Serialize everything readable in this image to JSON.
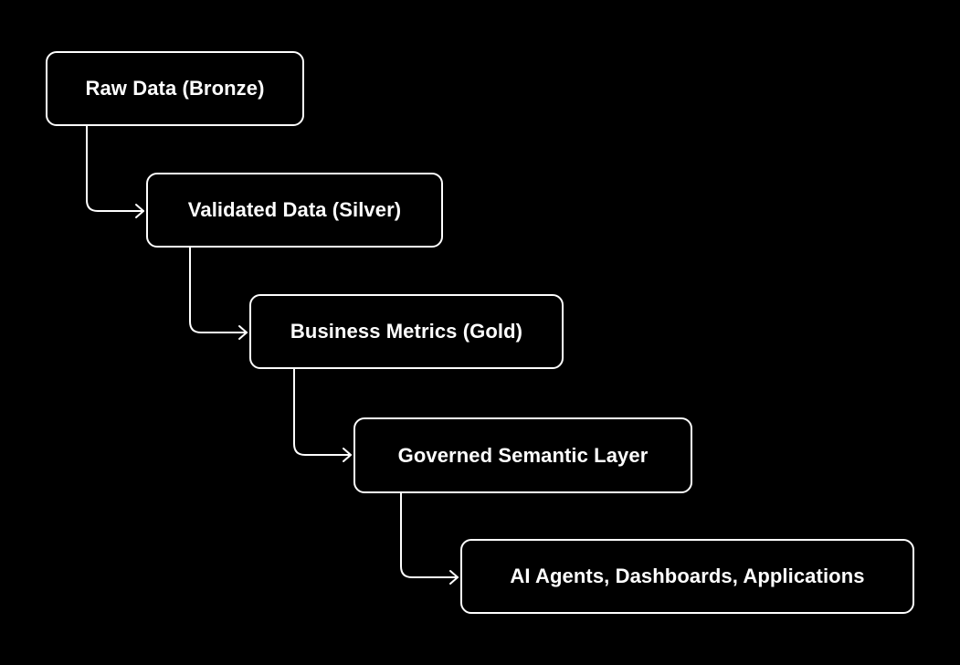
{
  "diagram": {
    "nodes": [
      {
        "label": "Raw Data (Bronze)"
      },
      {
        "label": "Validated Data (Silver)"
      },
      {
        "label": "Business Metrics (Gold)"
      },
      {
        "label": "Governed Semantic Layer"
      },
      {
        "label": "AI Agents, Dashboards, Applications"
      }
    ],
    "edges": [
      {
        "from": 0,
        "to": 1
      },
      {
        "from": 1,
        "to": 2
      },
      {
        "from": 2,
        "to": 3
      },
      {
        "from": 3,
        "to": 4
      }
    ],
    "colors": {
      "background": "#000000",
      "stroke": "#ffffff",
      "text": "#ffffff"
    }
  }
}
